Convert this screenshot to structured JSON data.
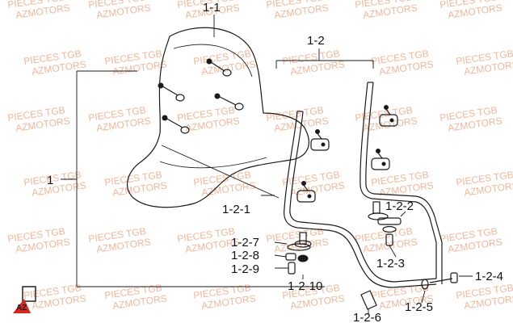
{
  "diagram": {
    "labels": {
      "windshield": "1-1",
      "bracket_set": "1-2",
      "assembly": "1",
      "bracket_screw": "1-2-1",
      "bracket_right_bolt": "1-2-2",
      "bracket_right_nut": "1-2-3",
      "lower_bolt": "1-2-4",
      "lower_nut": "1-2-5",
      "sleeve": "1-2-6",
      "left_washer": "1-2-7",
      "left_spacer": "1-2-8",
      "left_bushing": "1-2-9",
      "left_nut": "1-2-10"
    },
    "watermark": {
      "line1": "PIECES TGB",
      "line2": "AZMOTORS"
    },
    "logo": {
      "mark": "AZ"
    },
    "colors": {
      "watermark": "#f2b79c",
      "line": "#1a1a1a",
      "logo_accent": "#d9261c"
    }
  }
}
